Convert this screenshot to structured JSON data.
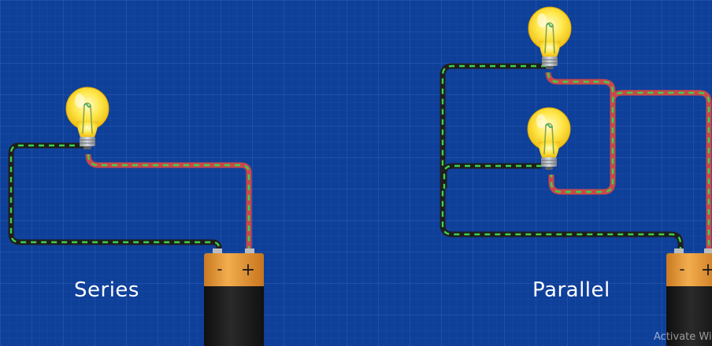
{
  "labels": {
    "series": "Series",
    "parallel": "Parallel"
  },
  "battery": {
    "negative_symbol": "-",
    "positive_symbol": "+"
  },
  "watermark": "Activate Wi",
  "colors": {
    "background": "#0e3f99",
    "negative_wire": "#1e1e1e",
    "positive_wire": "#c8484c",
    "wire_dash": "#3fd04a",
    "battery_copper": "#e89a3a",
    "battery_body": "#1c1c1c",
    "bulb_glass": "#ffe84a"
  }
}
